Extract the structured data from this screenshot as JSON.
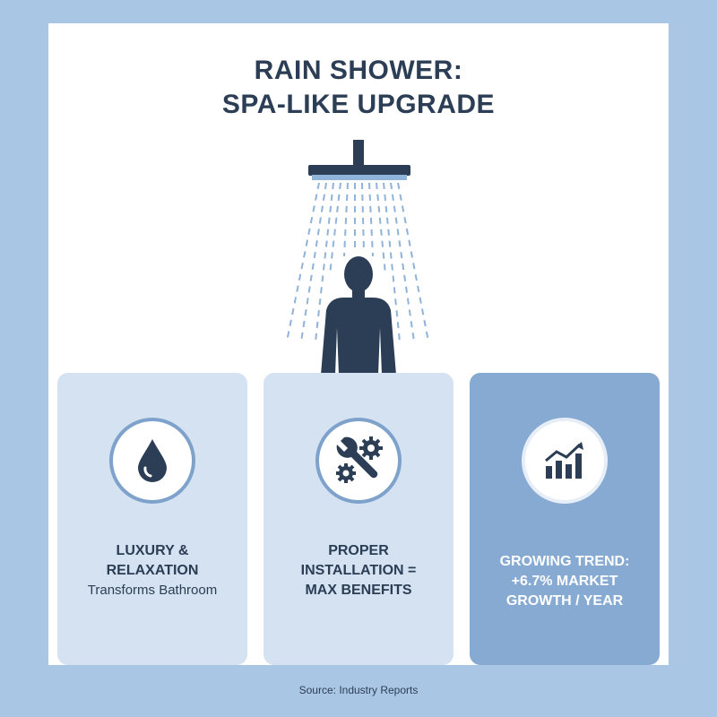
{
  "title": {
    "line1": "RAIN SHOWER:",
    "line2": "SPA-LIKE UPGRADE"
  },
  "panels": [
    {
      "icon": "water-drop-icon",
      "heading_line1": "LUXURY &",
      "heading_line2": "RELAXATION",
      "sub": "Transforms Bathroom"
    },
    {
      "icon": "wrench-gears-icon",
      "heading_line1": "PROPER",
      "heading_line2": "INSTALLATION =",
      "heading_line3": "MAX BENEFITS"
    },
    {
      "icon": "growth-chart-icon",
      "heading_line1": "GROWING TREND:",
      "heading_line2": "+6.7% MARKET",
      "heading_line3": "GROWTH / YEAR"
    }
  ],
  "source": "Source: Industry Reports",
  "colors": {
    "background": "#a9c6e4",
    "dark_navy": "#2c3e55",
    "panel_light": "#d4e2f1",
    "panel_accent": "#86aad1",
    "water": "#8fb3d9"
  }
}
